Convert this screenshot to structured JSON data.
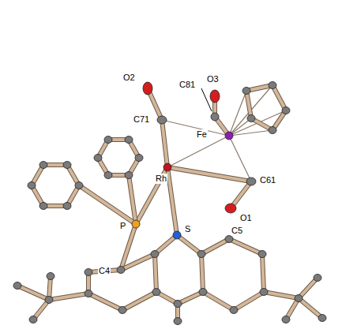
{
  "diagram": {
    "labels": [
      "O3",
      "C81",
      "O2",
      "Fe",
      "C71",
      "Rh",
      "C61",
      "O1",
      "P",
      "S",
      "C4",
      "C5"
    ]
  }
}
